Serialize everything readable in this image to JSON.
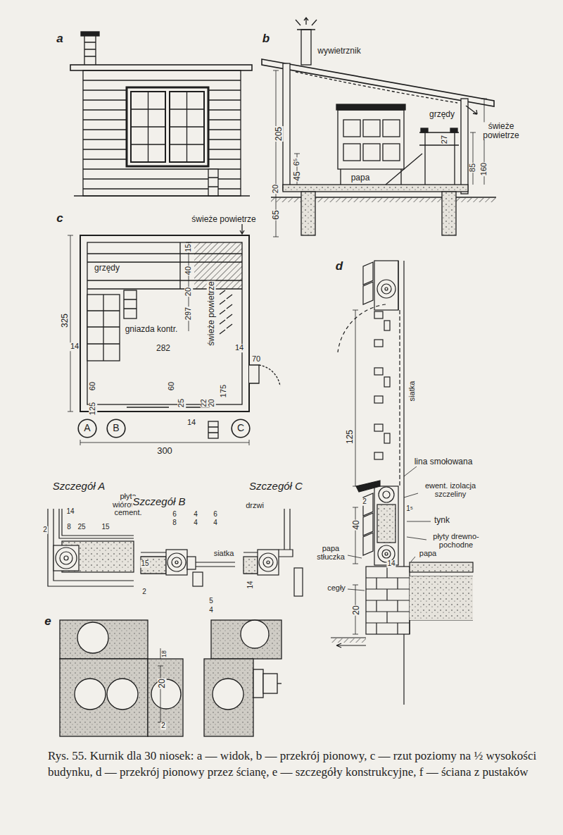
{
  "diagram": {
    "caption": "Rys. 55. Kurnik dla 30 niosek: a — widok, b — przekrój pionowy, c — rzut poziomy na ½ wysokości budynku, d — przekrój pionowy przez ścianę, e — szczegóły konstrukcyjne, f — ściana z pustaków",
    "nodes": [
      {
        "text": [
          "A"
        ]
      },
      {
        "text": [
          "B"
        ]
      },
      {
        "text": [
          "C"
        ]
      }
    ],
    "labels": [
      "a",
      "b",
      "wywietrznik",
      "205",
      "6⁵",
      "45",
      "20",
      "65",
      "papa",
      "grzędy",
      "świeże powietrze",
      "27",
      "85",
      "160",
      "c",
      "świeże powietrze",
      "15",
      "40",
      "20",
      "297",
      "grzędy",
      "325",
      "14",
      "gniazda kontr.",
      "282",
      "świeże powietrze",
      "14",
      "60",
      "125",
      "60",
      "25",
      "22",
      "20",
      "175",
      "70",
      "14",
      "300",
      "Szczegół A",
      "płyta wiórowo-cement.",
      "14",
      "2",
      "8",
      "25",
      "15",
      "Szczegół B",
      "6",
      "8",
      "4",
      "4",
      "6",
      "4",
      "siatka",
      "15",
      "2",
      "5",
      "4",
      "Szczegół C",
      "drzwi",
      "14",
      "d",
      "siatka",
      "125",
      "lina smołowana",
      "ewent. izolacja szczeliny",
      "tynk",
      "płyty drewno-pochodne",
      "papa stłuczka",
      "papa",
      "cegły",
      "40",
      "20",
      "14",
      "2",
      "1⁵",
      "e",
      "18",
      "20",
      "2"
    ]
  }
}
